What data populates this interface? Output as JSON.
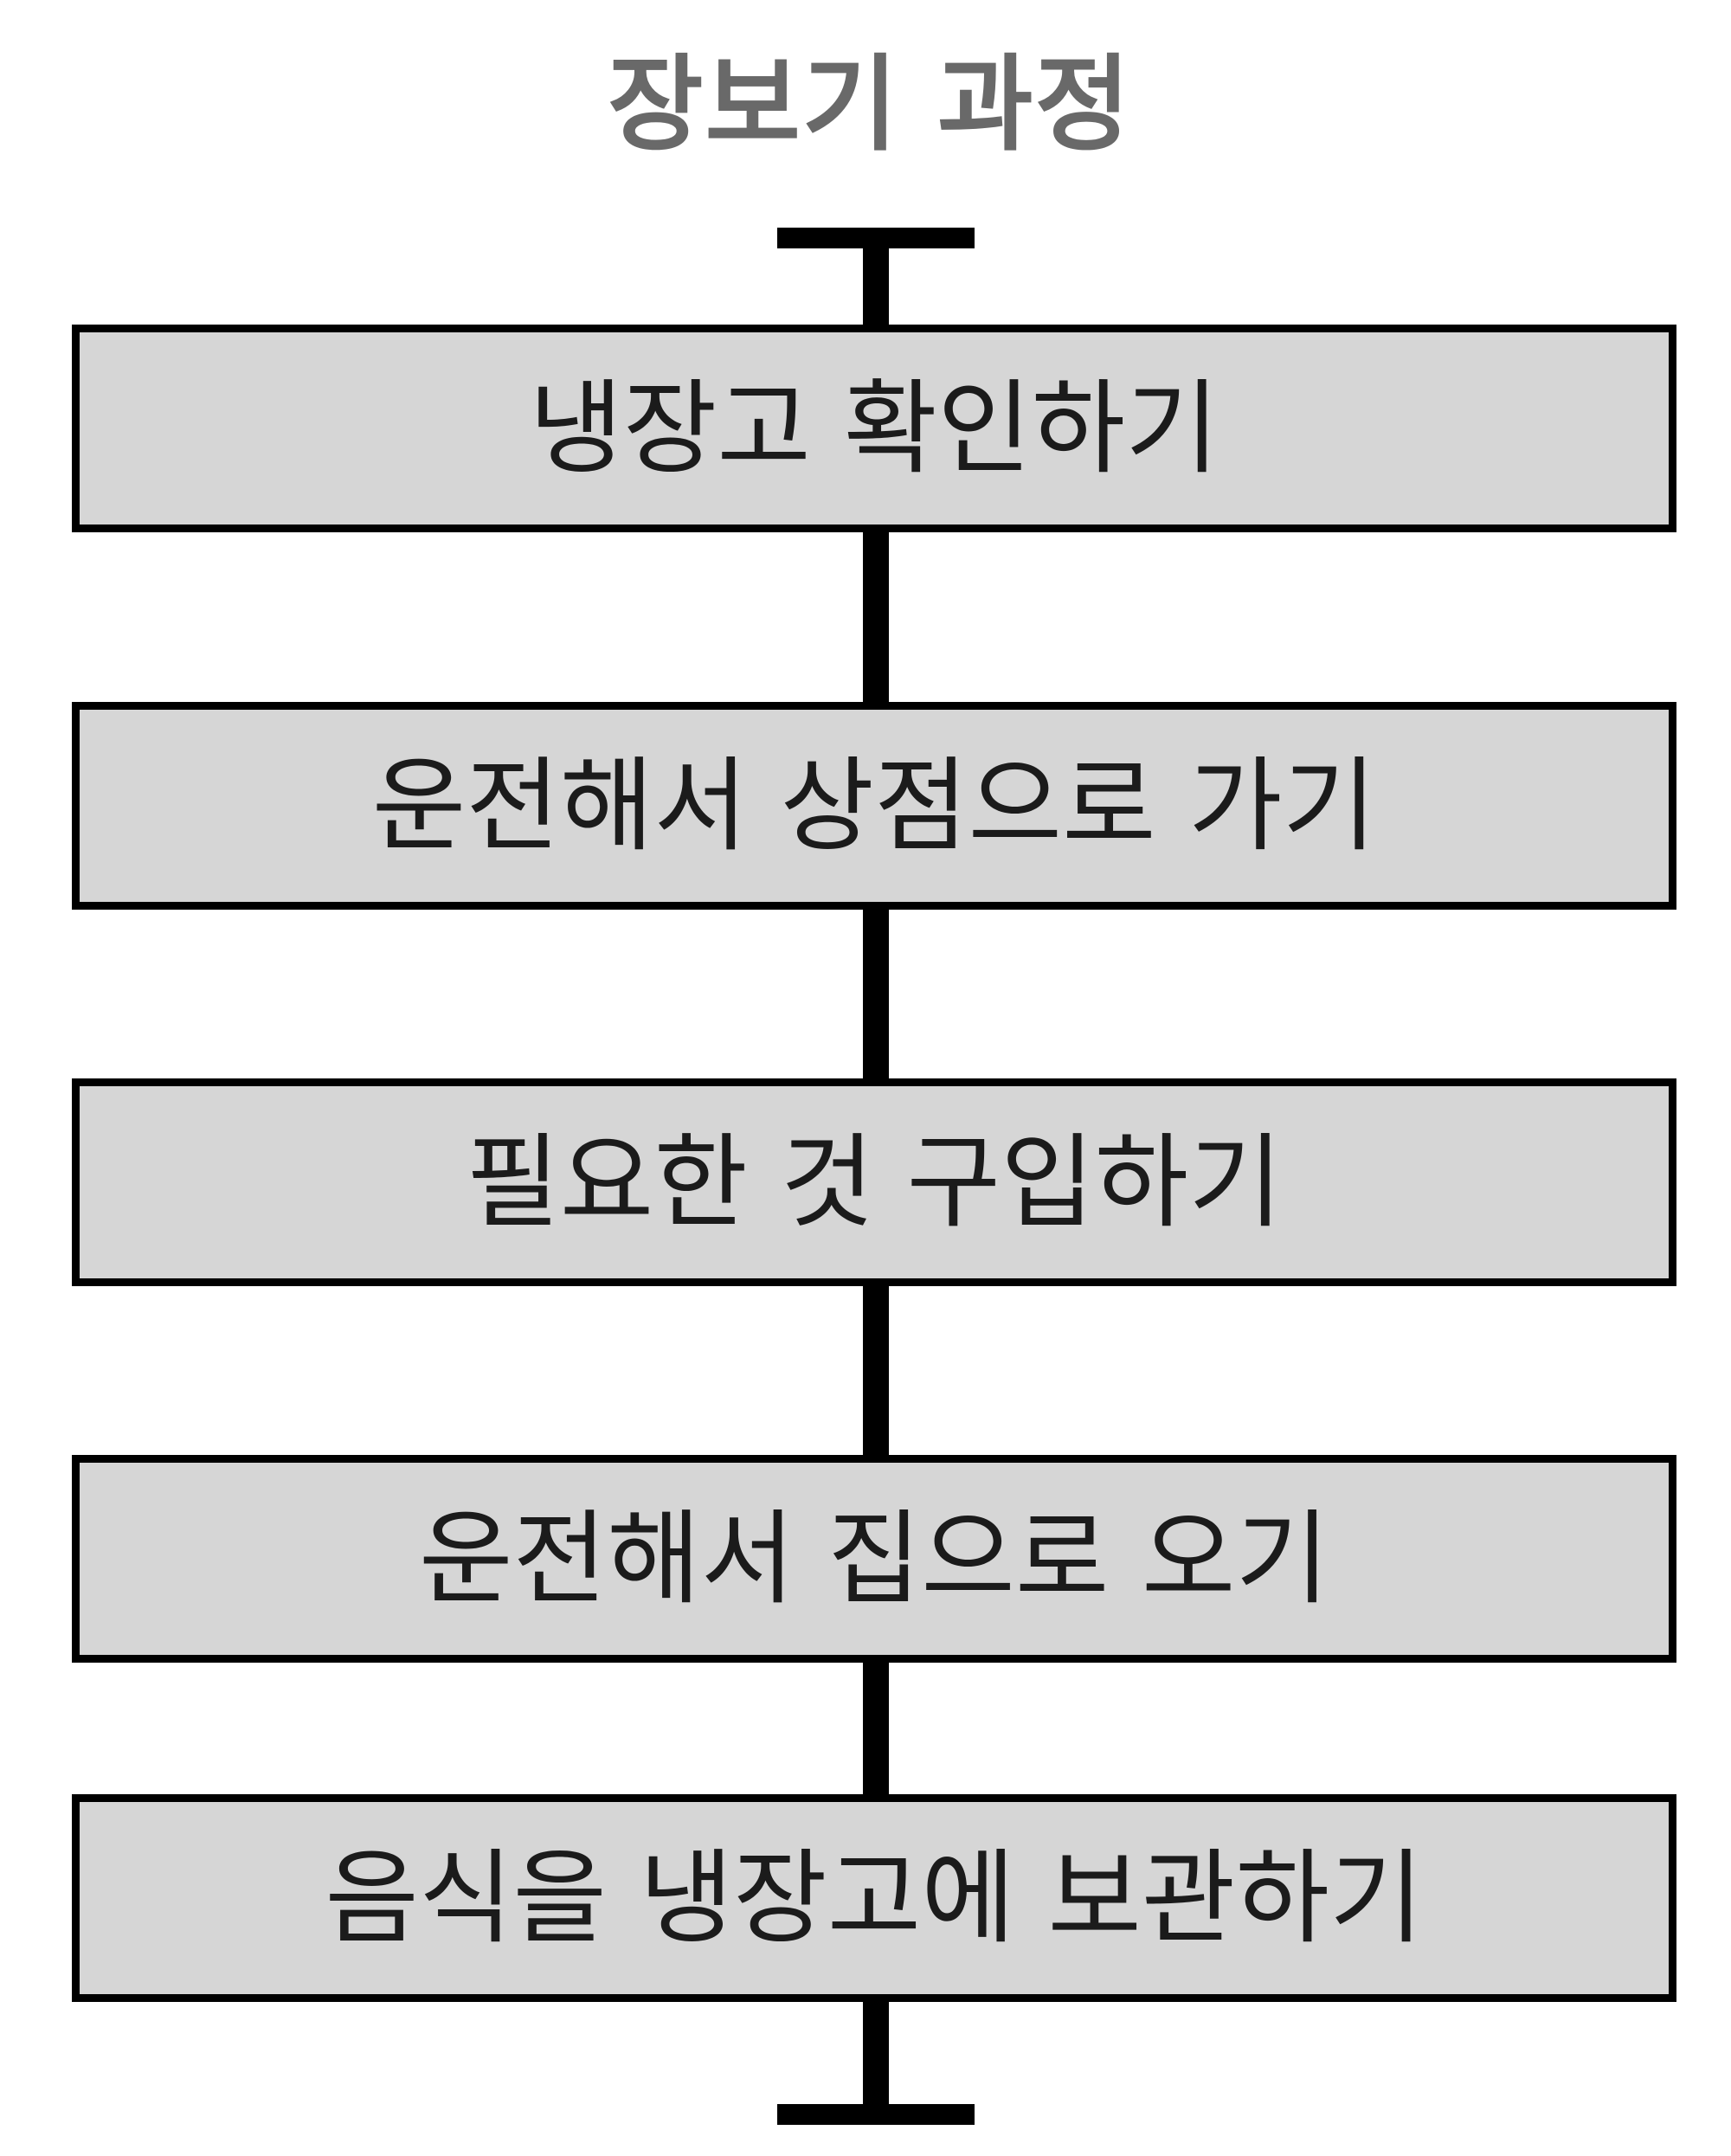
{
  "diagram": {
    "title": "장보기 과정",
    "steps": [
      {
        "label": "냉장고 확인하기"
      },
      {
        "label": "운전해서 상점으로 가기"
      },
      {
        "label": "필요한 것 구입하기"
      },
      {
        "label": "운전해서 집으로 오기"
      },
      {
        "label": "음식을 냉장고에 보관하기"
      }
    ],
    "colors": {
      "box_fill": "#d6d6d6",
      "box_border": "#000000",
      "title": "#696969",
      "label": "#1b1b1b"
    }
  }
}
